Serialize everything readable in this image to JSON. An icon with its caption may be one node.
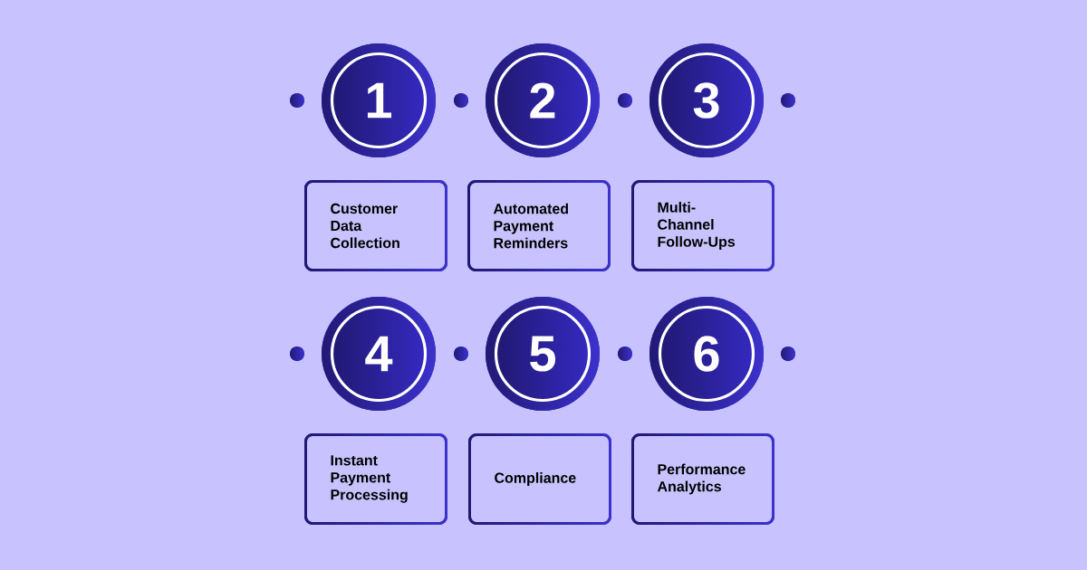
{
  "diagram": {
    "nodes": [
      {
        "text": [
          "1"
        ]
      },
      {
        "text": [
          "2"
        ]
      },
      {
        "text": [
          "3"
        ]
      },
      {
        "text": [
          "Customer Data Collection"
        ]
      },
      {
        "text": [
          "Automated Payment Reminders"
        ]
      },
      {
        "text": [
          "Multi-Channel Follow-Ups"
        ]
      },
      {
        "text": [
          "4"
        ]
      },
      {
        "text": [
          "5"
        ]
      },
      {
        "text": [
          "6"
        ]
      },
      {
        "text": [
          "Instant Payment Processing"
        ]
      },
      {
        "text": [
          "Compliance"
        ]
      },
      {
        "text": [
          "Performance Analytics"
        ]
      }
    ]
  }
}
